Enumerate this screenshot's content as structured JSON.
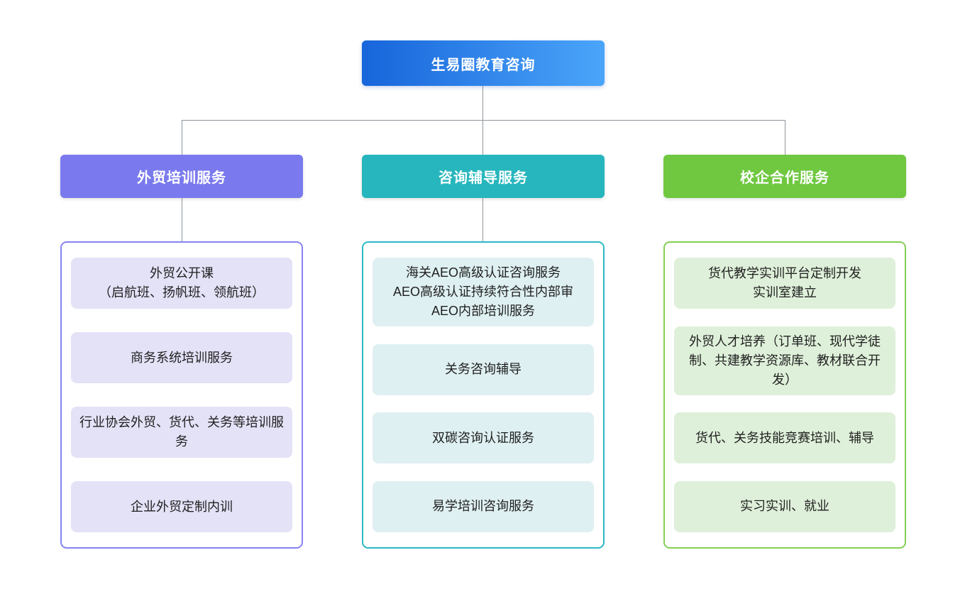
{
  "root": {
    "label": "生易圈教育咨询"
  },
  "branches": [
    {
      "id": "foreign-trade-training",
      "label": "外贸培训服务",
      "accent_color": "#7A7AEE",
      "container_border_color": "#8583F2",
      "item_bg_color": "#E4E2F7",
      "items": [
        "外贸公开课\n（启航班、扬帆班、领航班）",
        "商务系统培训服务",
        "行业协会外贸、货代、关务等培训服务",
        "企业外贸定制内训"
      ]
    },
    {
      "id": "consulting-coaching",
      "label": "咨询辅导服务",
      "accent_color": "#27B6BD",
      "container_border_color": "#2BB9C4",
      "item_bg_color": "#DFF0F2",
      "items": [
        "海关AEO高级认证咨询服务\nAEO高级认证持续符合性内部审\nAEO内部培训服务",
        "关务咨询辅导",
        "双碳咨询认证服务",
        "易学培训咨询服务"
      ]
    },
    {
      "id": "school-enterprise-cooperation",
      "label": "校企合作服务",
      "accent_color": "#6FC840",
      "container_border_color": "#84CF55",
      "item_bg_color": "#DFF0DA",
      "items": [
        "货代教学实训平台定制开发\n实训室建立",
        "外贸人才培养（订单班、现代学徒制、共建教学资源库、教材联合开发）",
        "货代、关务技能竞赛培训、辅导",
        "实习实训、就业"
      ]
    }
  ],
  "colors": {
    "root_gradient_start": "#1765DB",
    "root_gradient_end": "#4BA5F9",
    "connector": "#8F969C",
    "background": "#FFFFFF"
  }
}
